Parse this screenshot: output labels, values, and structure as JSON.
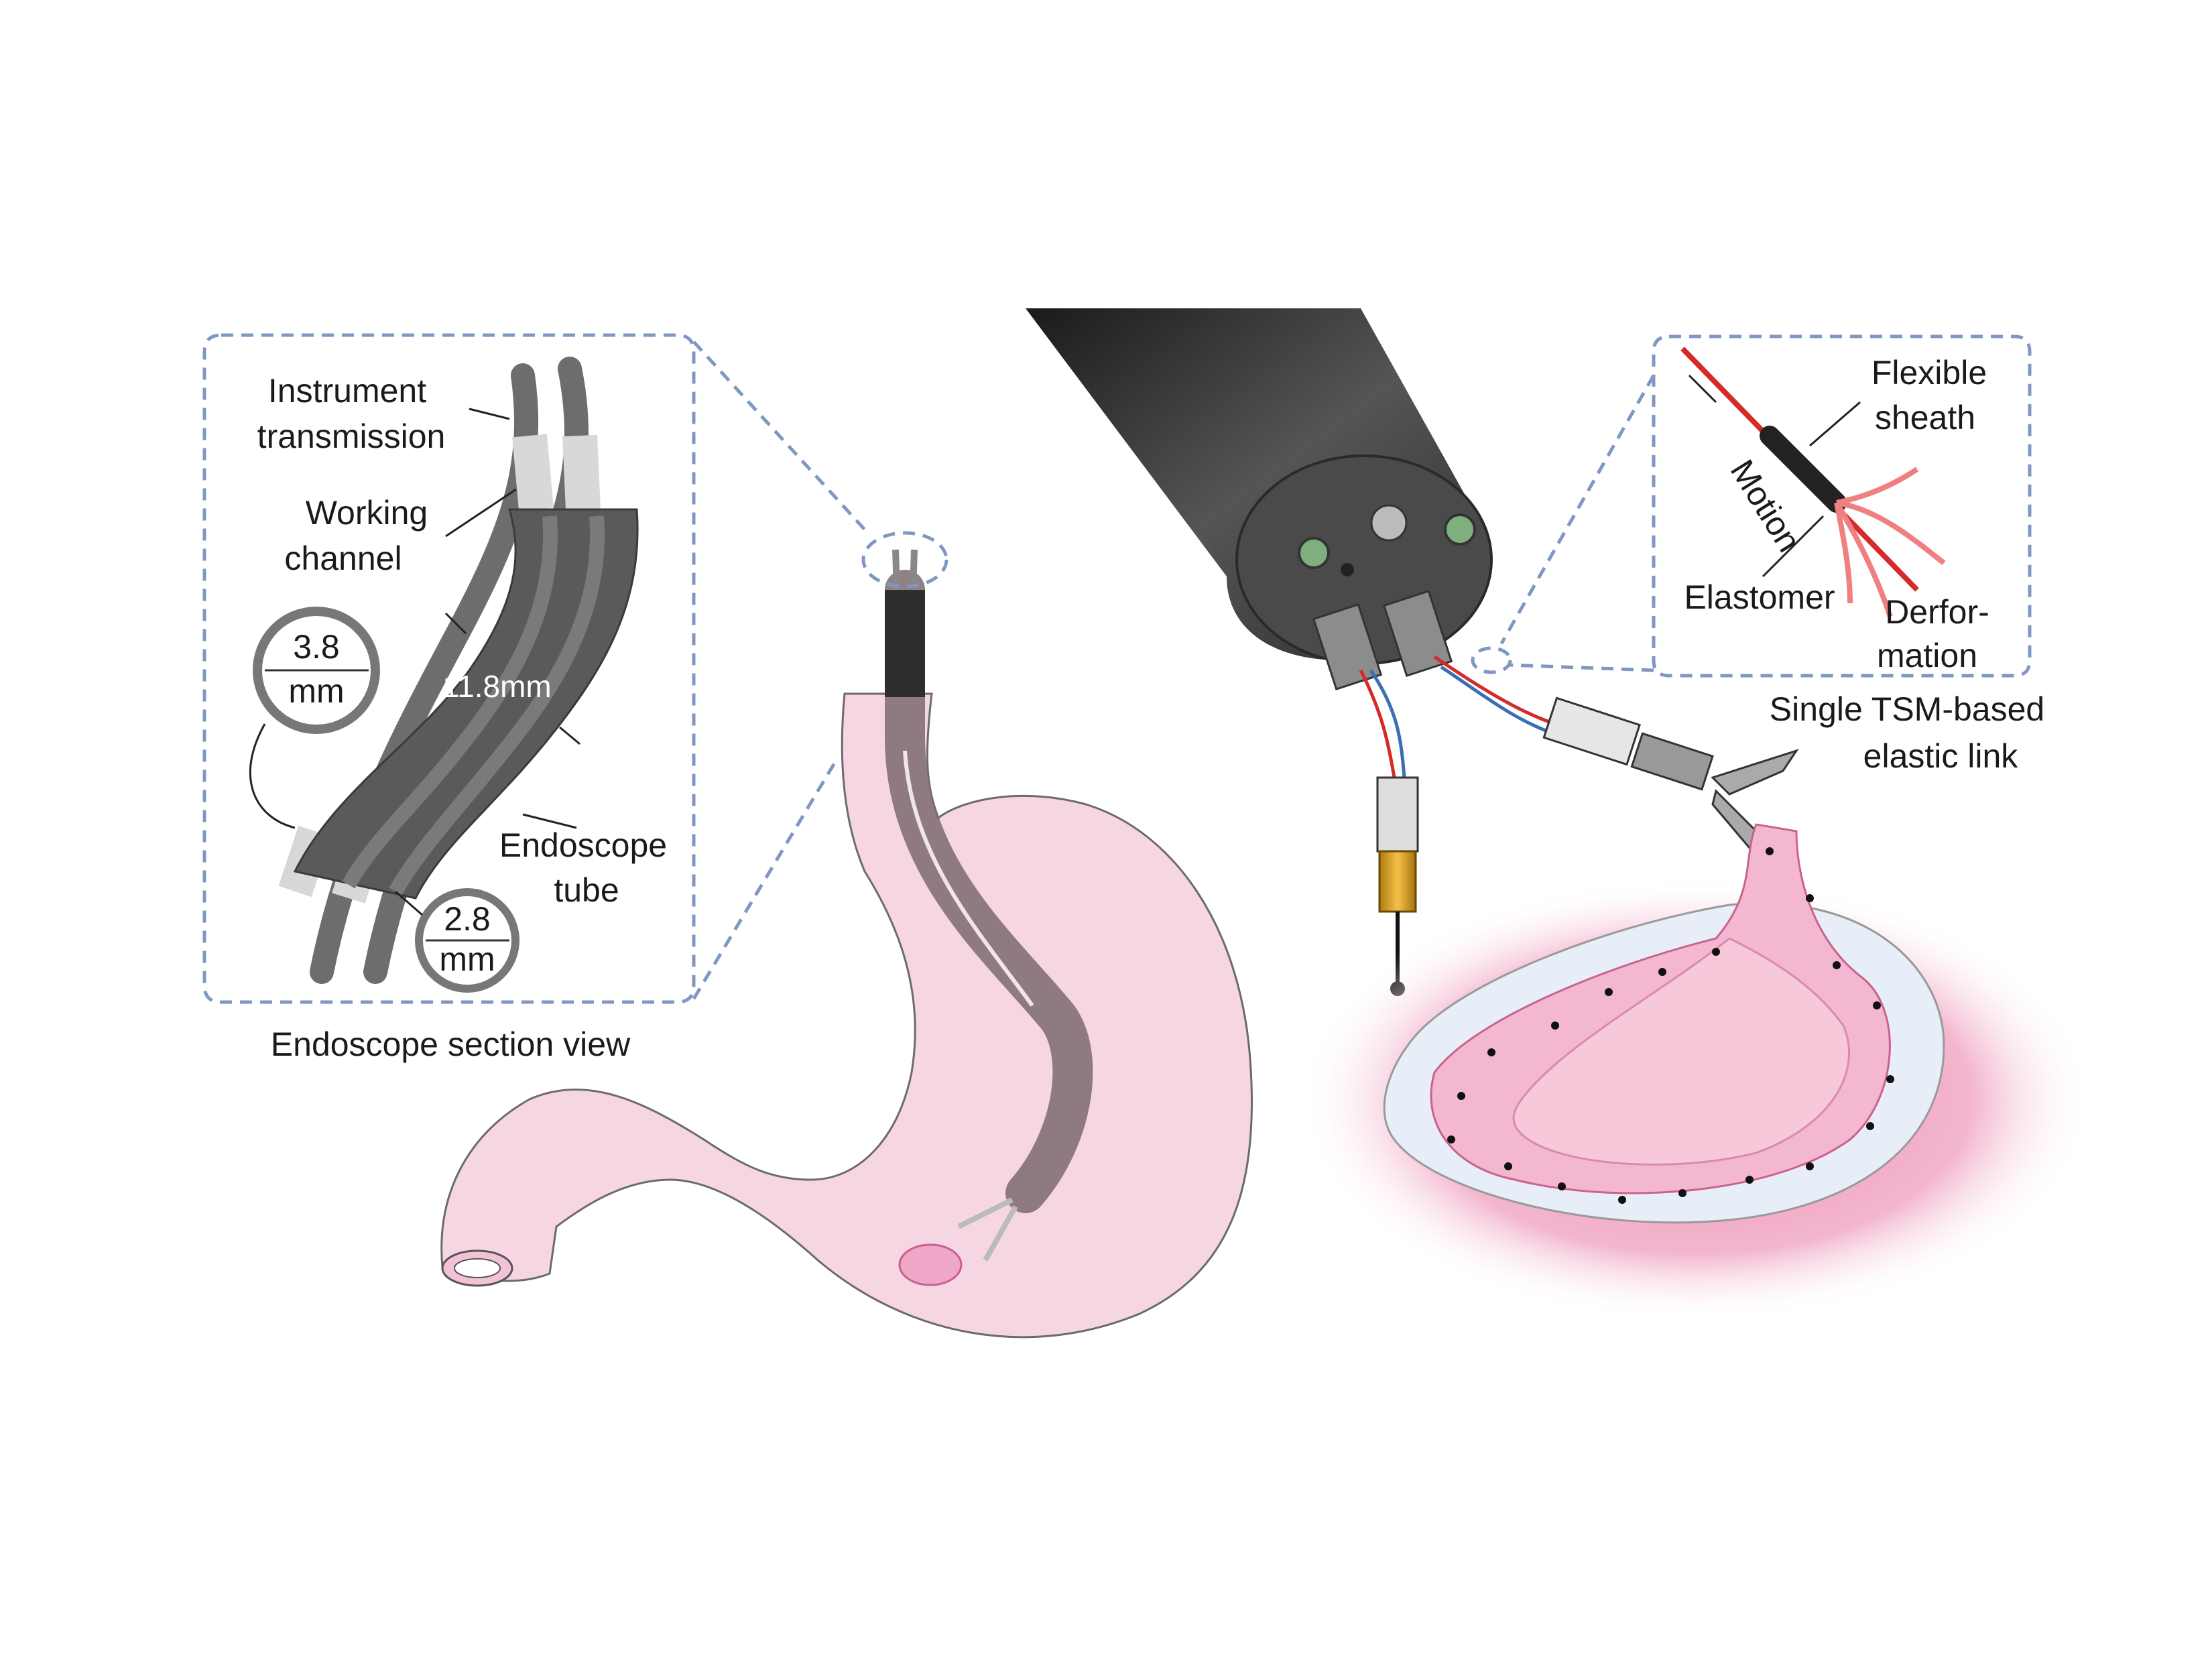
{
  "labels": {
    "instrument_transmission": [
      "Instrument",
      "transmission"
    ],
    "working_channel": [
      "Working",
      "channel"
    ],
    "channel_diameter": [
      "3.8",
      "mm"
    ],
    "tube_diameter": "11.8mm",
    "instrument_diameter": [
      "2.8",
      "mm"
    ],
    "endoscope_tube": [
      "Endoscope",
      "tube"
    ],
    "section_view": "Endoscope section view",
    "flexible_sheath": [
      "Flexible",
      "sheath"
    ],
    "motion": "Motion",
    "elastomer": "Elastomer",
    "deformation": [
      "Derfor-",
      "mation"
    ],
    "elastic_link": [
      "Single TSM-based",
      "elastic link"
    ]
  },
  "colors": {
    "dashed_frame": "#7f97c2",
    "stomach_fill": "#f7d6e4",
    "tissue_pink": "#ef9fc0",
    "scope_body": "#3a3a3a",
    "red_wire": "#d42a2a",
    "blue_wire": "#3a6fb5",
    "gold_tip": "#e0a82a"
  },
  "icons": [
    "endoscope-head",
    "stomach",
    "lesion",
    "dissection-knife",
    "grasper"
  ]
}
